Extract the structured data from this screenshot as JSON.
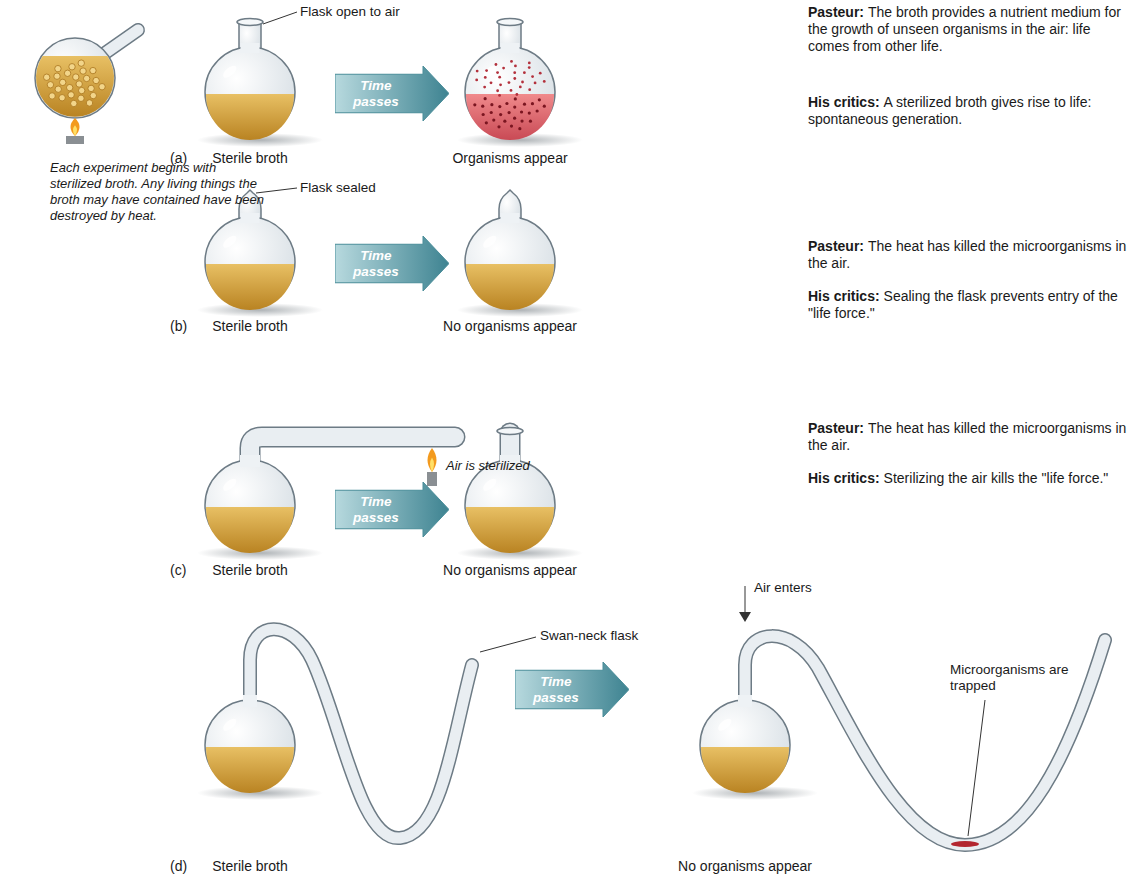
{
  "diagram": {
    "nodes": [
      {
        "text": [
          "Time passes"
        ]
      },
      {
        "text": [
          "Time passes"
        ]
      },
      {
        "text": [
          "Time passes"
        ]
      },
      {
        "text": [
          "Time passes"
        ]
      }
    ],
    "labels": [
      "Each experiment begins with sterilized broth. Any living things the broth may have contained have been destroyed by heat.",
      "Flask open to air",
      "(a)",
      "Sterile broth",
      "Organisms appear",
      "Pasteur:",
      "The broth provides a nutrient medium for the growth of unseen organisms in the air: life comes from other life.",
      "His critics:",
      "A sterilized broth gives rise to life: spontaneous generation.",
      "Flask sealed",
      "(b)",
      "Sterile broth",
      "No organisms appear",
      "Pasteur:",
      "The heat has killed the microorganisms in the air.",
      "His critics:",
      "Sealing the flask prevents entry of the \"life force.\"",
      "Air is sterilized",
      "(c)",
      "Sterile broth",
      "No organisms appear",
      "Pasteur:",
      "The heat has killed the microorganisms in the air.",
      "His critics:",
      "Sterilizing the air kills the \"life force.\"",
      "Swan-neck flask",
      "Air enters",
      "Microorganisms are trapped",
      "(d)",
      "Sterile broth",
      "No organisms appear"
    ]
  }
}
